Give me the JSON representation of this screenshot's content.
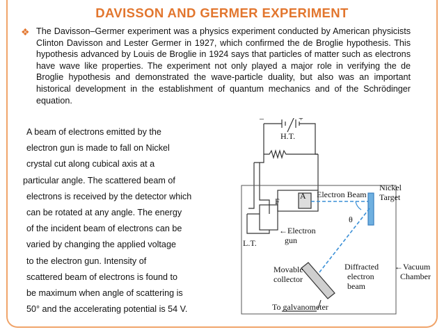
{
  "slide": {
    "title": "DAVISSON AND GERMER EXPERIMENT",
    "paragraph": "The Davisson–Germer experiment was a physics experiment conducted by American physicists Clinton Davisson and Lester Germer in 1927, which confirmed the de Broglie hypothesis. This hypothesis advanced by Louis de Broglie in 1924 says that particles of matter such as electrons have wave like properties. The experiment not only played a major role in verifying the de Broglie hypothesis and demonstrated the wave-particle duality, but also was an important historical development in the establishment of quantum mechanics and of the Schrödinger equation.",
    "lines": [
      "A beam of electrons emitted by the",
      "electron gun is made to fall on Nickel",
      "crystal cut along cubical axis at a",
      "particular angle. The scattered beam of",
      "electrons is received by the detector which",
      "can be rotated at any angle. The energy",
      "of the incident beam of electrons can be",
      "varied by changing the applied voltage",
      "to the electron gun.  Intensity of",
      "scattered beam of electrons is found to",
      "be maximum when angle of scattering is",
      "50° and the accelerating potential is 54 V."
    ]
  },
  "diagram": {
    "minus": "–",
    "plus": "+",
    "ht": "H.T.",
    "f": "F",
    "a": "A",
    "electron_beam": "Electron Beam",
    "nickel": "Nickel",
    "target": "Target",
    "theta": "θ",
    "electron": "←Electron",
    "gun": "gun",
    "lt": "L.T.",
    "diffracted": "Diffracted",
    "electron2": "electron",
    "beam": "beam",
    "vacuum": "←Vacuum",
    "chamber": "Chamber",
    "movable": "Movable",
    "collector": "collector",
    "galvanometer": "To galvanometer"
  }
}
